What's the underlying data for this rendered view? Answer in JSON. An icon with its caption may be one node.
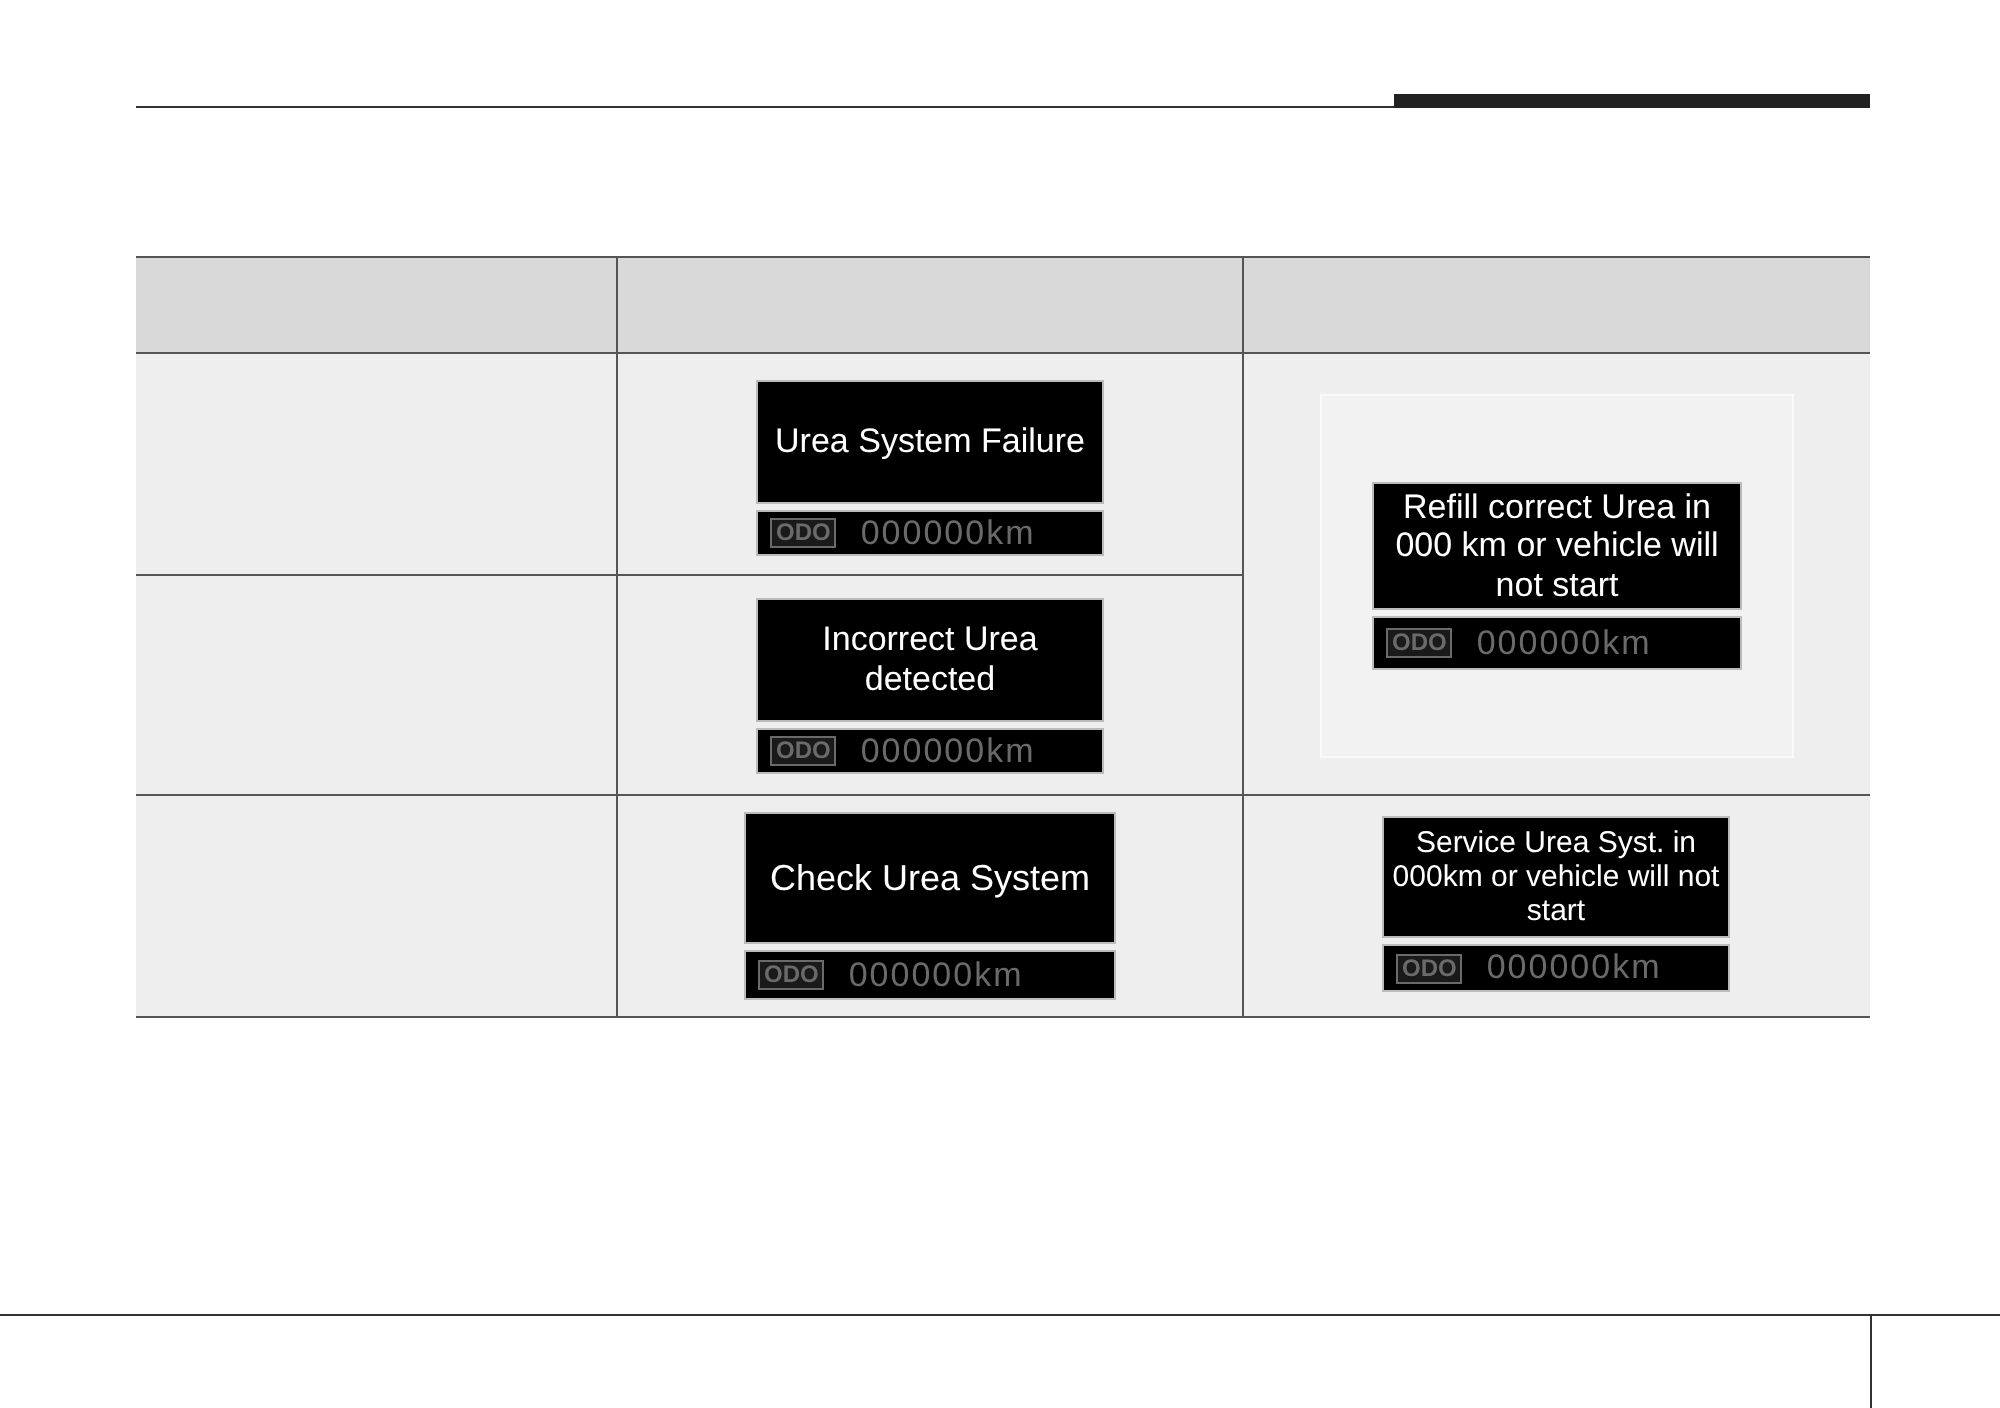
{
  "diagram": {
    "nodes": [
      {
        "text": [
          "Urea System Failure",
          "ODO",
          "000000km"
        ]
      },
      {
        "text": [
          "Incorrect Urea detected",
          "ODO",
          "000000km"
        ]
      },
      {
        "text": [
          "Refill correct Urea in 000 km or vehicle will not start",
          "ODO",
          "000000km"
        ]
      },
      {
        "text": [
          "Check Urea System",
          "ODO",
          "000000km"
        ]
      },
      {
        "text": [
          "Service Urea Syst. in 000km or vehicle will not start",
          "ODO",
          "000000km"
        ]
      }
    ]
  }
}
